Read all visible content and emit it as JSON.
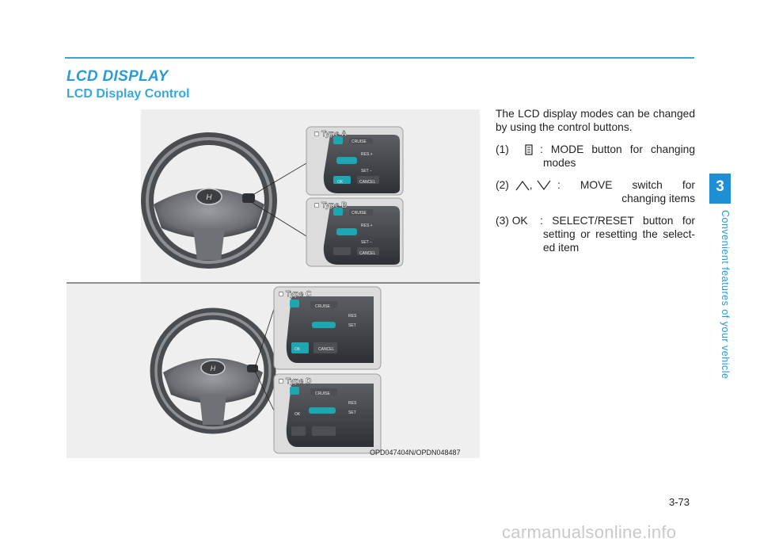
{
  "section": {
    "title": "LCD DISPLAY",
    "subtitle": "LCD Display Control"
  },
  "chapter": {
    "number": "3",
    "caption": "Convenient features of your vehicle"
  },
  "figure": {
    "caption": "OPD047404N/OPDN048487",
    "panels": [
      {
        "type_label": "■ Type A",
        "buttons": [
          "CRUISE",
          "RES +",
          "SET −",
          "OK",
          "CANCEL"
        ]
      },
      {
        "type_label": "■ Type B",
        "buttons": [
          "CRUISE",
          "RES +",
          "SET −",
          "CANCEL"
        ]
      },
      {
        "type_label": "■ Type C",
        "buttons": [
          "CRUISE",
          "RES",
          "SET",
          "OK",
          "CANCEL"
        ]
      },
      {
        "type_label": "■ Type D",
        "buttons": [
          "CRUISE",
          "RES",
          "SET",
          "OK"
        ]
      }
    ]
  },
  "body": {
    "intro": "The LCD display modes can be changed by using the control buttons.",
    "items": [
      {
        "lead": "(1)",
        "icon": "mode-icon",
        "first": ": MODE button for changing",
        "rest": "modes"
      },
      {
        "lead": "(2)",
        "icon": "up-down-chevron-icons",
        "sep": ",",
        "first": ": MOVE switch for",
        "rest": "changing items"
      },
      {
        "lead": "(3) OK",
        "first": ": SELECT/RESET button for",
        "rest": "setting or resetting the select-ed item"
      }
    ]
  },
  "footer": {
    "page_number": "3-73",
    "watermark": "carmanualsonline.info"
  },
  "colors": {
    "accent": "#2b9bd8",
    "tab": "#1e8fd5",
    "button_teal": "#1ea7b3"
  }
}
